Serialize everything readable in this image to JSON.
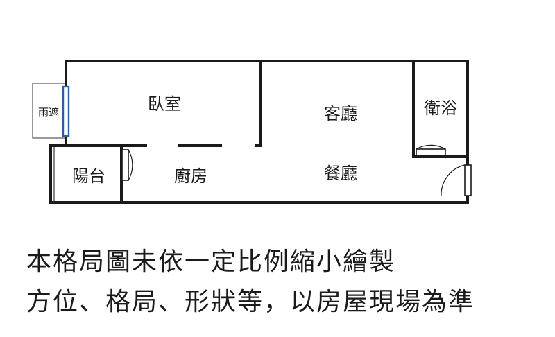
{
  "rooms": {
    "bedroom": "臥室",
    "living_room": "客廳",
    "bathroom": "衛浴",
    "awning": "雨遮",
    "balcony": "陽台",
    "kitchen": "廚房",
    "dining_room": "餐廳"
  },
  "disclaimer": {
    "line1": "本格局圖未依一定比例縮小繪製",
    "line2": "方位、格局、形狀等，以房屋現場為準"
  },
  "colors": {
    "wall": "#1a1a1a",
    "window": "#2f5fa0",
    "background": "#ffffff"
  }
}
